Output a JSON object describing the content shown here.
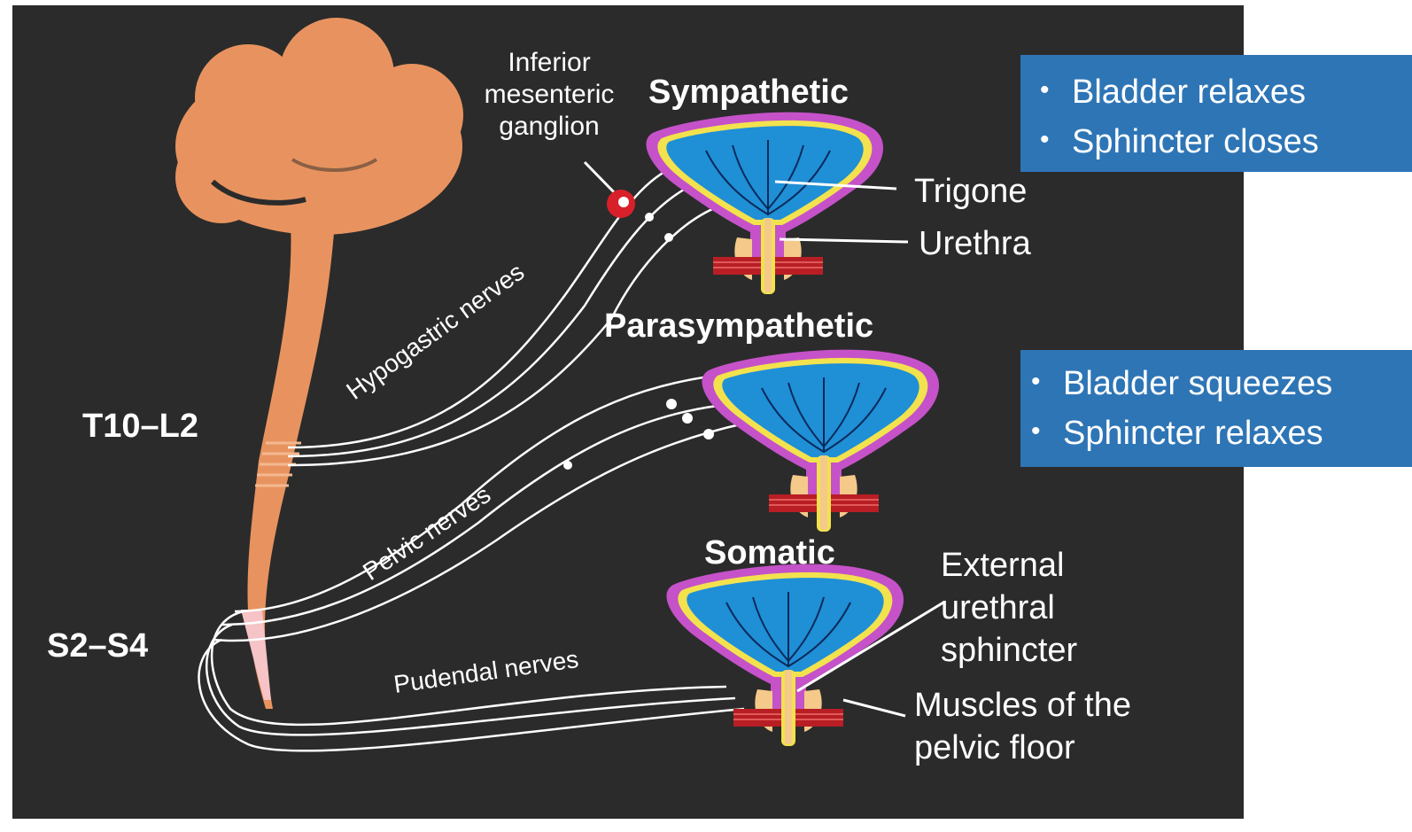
{
  "labels": {
    "ganglion": [
      "Inferior",
      "mesenteric",
      "ganglion"
    ],
    "sympathetic": "Sympathetic",
    "parasympathetic": "Parasympathetic",
    "somatic": "Somatic",
    "trigone": "Trigone",
    "urethra": "Urethra",
    "hypogastric": "Hypogastric nerves",
    "pelvic": "Pelvic nerves",
    "pudendal": "Pudendal nerves",
    "t10l2": "T10–L2",
    "s2s4": "S2–S4",
    "external_sphincter": [
      "External",
      "urethral",
      "sphincter"
    ],
    "pelvic_floor": [
      "Muscles of the",
      "pelvic floor"
    ]
  },
  "callouts": {
    "sympathetic": [
      "Bladder relaxes",
      "Sphincter closes"
    ],
    "parasympathetic": [
      "Bladder squeezes",
      "Sphincter relaxes"
    ]
  },
  "colors": {
    "background": "#2b2b2b",
    "brain": "#e8935f",
    "bladder_outer": "#c552c8",
    "bladder_inner": "#1f8fd6",
    "muscle": "#b81e24",
    "callout": "#2e75b6",
    "ganglion": "#d8202a"
  }
}
